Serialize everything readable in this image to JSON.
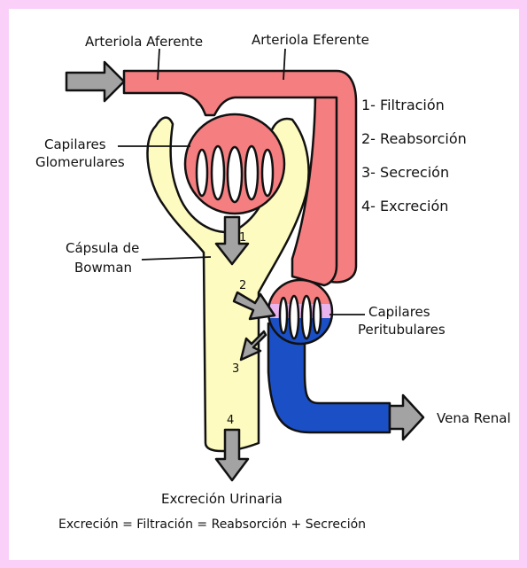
{
  "labels": {
    "afferent": "Arteriola Aferente",
    "efferent": "Arteriola Eferente",
    "glomerular_1": "Capilares",
    "glomerular_2": "Glomerulares",
    "bowman_1": "Cápsula de",
    "bowman_2": "Bowman",
    "peritubular_1": "Capilares",
    "peritubular_2": "Peritubulares",
    "vena": "Vena Renal",
    "excrecion_urinaria": "Excreción Urinaria",
    "formula": "Excreción = Filtración = Reabsorción + Secreción"
  },
  "steps": [
    "1- Filtración",
    "2- Reabsorción",
    "3- Secreción",
    "4- Excreción"
  ],
  "markers": [
    "1",
    "2",
    "3",
    "4"
  ],
  "colors": {
    "border": "#fbd0f8",
    "arteriole": "#f47e80",
    "capsule": "#fdfbbf",
    "vein": "#1a4fc6",
    "peritubular_upper": "#e8b4ee",
    "arrow": "#a3a3a3"
  }
}
